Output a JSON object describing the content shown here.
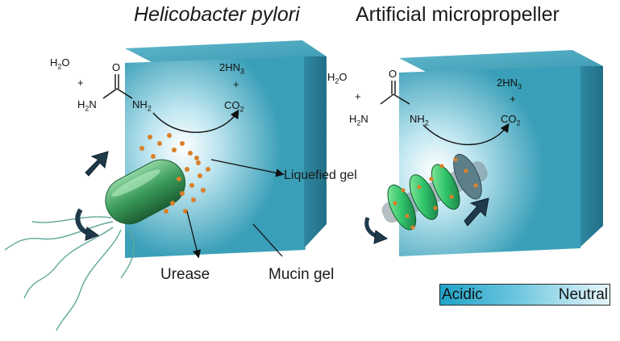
{
  "titles": {
    "left": "Helicobacter pylori",
    "right": "Artificial micropropeller"
  },
  "reaction": {
    "water": "H",
    "water_sub": "2",
    "water_tail": "O",
    "plus": "+",
    "carbonyl_o": "O",
    "amine_left": "H",
    "amine_left_sub": "2",
    "amine_left_tail": "N",
    "amine_right": "NH",
    "amine_right_sub": "2",
    "ammonia": "2HN",
    "ammonia_sub": "3",
    "co2": "CO",
    "co2_sub": "2"
  },
  "labels": {
    "liquefied_gel": "Liquefied gel",
    "urease": "Urease",
    "mucin_gel": "Mucin gel"
  },
  "legend": {
    "low": "Acidic",
    "high": "Neutral"
  },
  "colors": {
    "gel_blue": "#3a9fb8",
    "gel_dark": "#1f6f85",
    "bacterium_green": "#3a9a5a",
    "urease_orange": "#d9802a",
    "arrow_dark": "#1f3a4a"
  }
}
